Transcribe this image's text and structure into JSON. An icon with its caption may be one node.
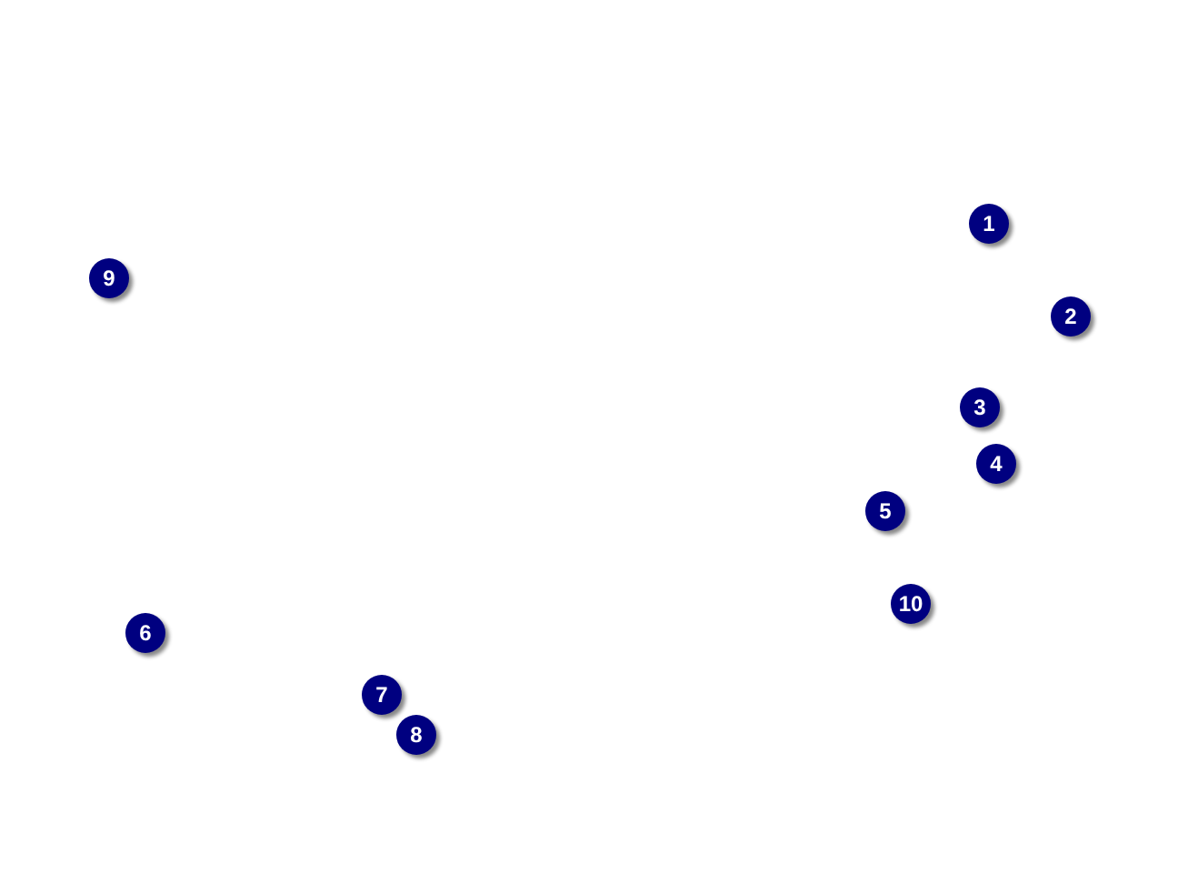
{
  "diagram": {
    "nodes": [
      {
        "text": [
          "1"
        ]
      },
      {
        "text": [
          "9"
        ]
      },
      {
        "text": [
          "2"
        ]
      },
      {
        "text": [
          "3"
        ]
      },
      {
        "text": [
          "4"
        ]
      },
      {
        "text": [
          "5"
        ]
      },
      {
        "text": [
          "10"
        ]
      },
      {
        "text": [
          "6"
        ]
      },
      {
        "text": [
          "7"
        ]
      },
      {
        "text": [
          "8"
        ]
      }
    ]
  }
}
